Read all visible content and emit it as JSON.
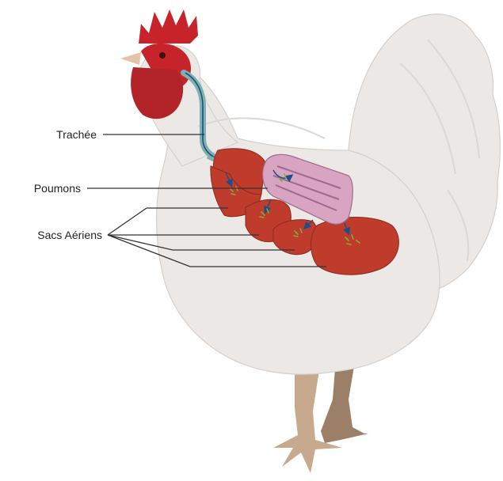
{
  "labels": {
    "trachea": "Trachée",
    "lungs": "Poumons",
    "air_sacs": "Sacs Aériens"
  },
  "colors": {
    "body": "#ebe8e5",
    "body_outline": "#d4d0cc",
    "tail_shade": "#dcd8d4",
    "comb": "#c6242a",
    "wattle": "#b3242a",
    "air_sac": "#bf3b2c",
    "air_sac_stroke": "#8e2a1f",
    "lung": "#d9a4c2",
    "lung_stroke": "#9c6a8f",
    "trachea": "#7fb1ae",
    "arrow": "#1d4f86",
    "beak": "#e2c4a6",
    "leg": "#c7a98e",
    "leg_dark": "#9b7f66",
    "label_text": "#222222",
    "leader_line": "#333333"
  },
  "icons": {
    "subject": "chicken-icon",
    "flow_marker": "airflow-arrow-icon"
  }
}
